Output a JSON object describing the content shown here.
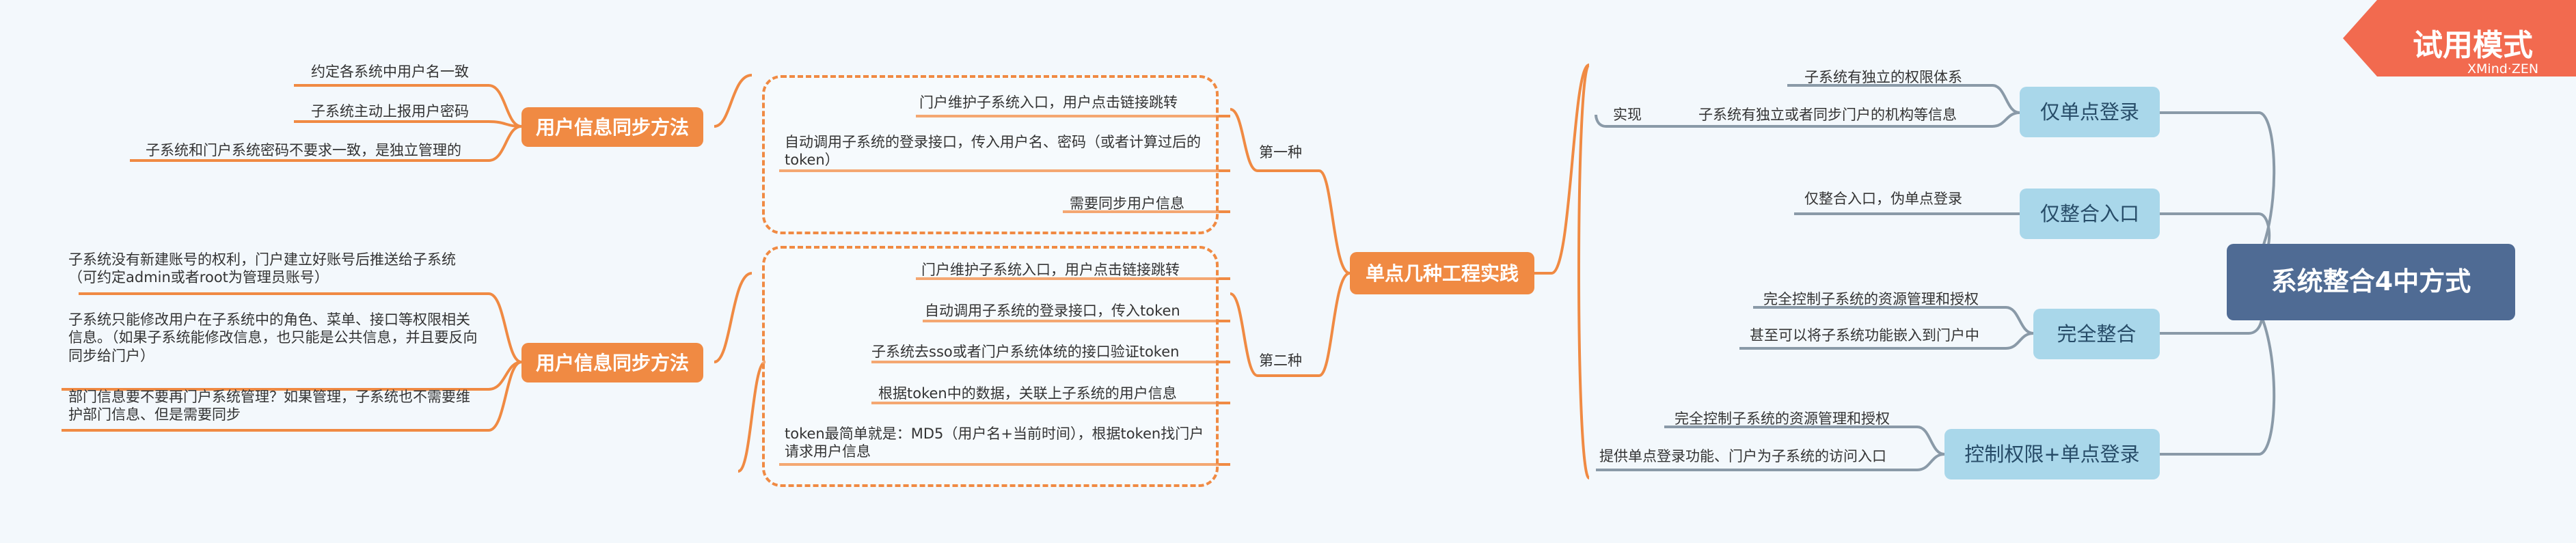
{
  "badge": {
    "title": "试用模式",
    "subtitle": "XMind·ZEN"
  },
  "center": "系统整合4中方式",
  "right_branches": [
    {
      "label": "仅单点登录",
      "children": [
        "子系统有独立的权限体系",
        "子系统有独立或者同步门户的机构等信息"
      ],
      "extra": "实现"
    },
    {
      "label": "仅整合入口",
      "children": [
        "仅整合入口，伪单点登录"
      ]
    },
    {
      "label": "完全整合",
      "children": [
        "完全控制子系统的资源管理和授权",
        "甚至可以将子系统功能嵌入到门户中"
      ]
    },
    {
      "label": "控制权限+单点登录",
      "children": [
        "完全控制子系统的资源管理和授权",
        "提供单点登录功能、门户为子系统的访问入口"
      ]
    }
  ],
  "practice": {
    "label": "单点几种工程实践",
    "first": {
      "label": "第一种",
      "items": [
        "门户维护子系统入口，用户点击链接跳转",
        "自动调用子系统的登录接口，传入用户名、密码（或者计算过后的token）",
        "需要同步用户信息"
      ]
    },
    "second": {
      "label": "第二种",
      "items": [
        "门户维护子系统入口，用户点击链接跳转",
        "自动调用子系统的登录接口，传入token",
        "子系统去sso或者门户系统体统的接口验证token",
        "根据token中的数据，关联上子系统的用户信息",
        "token最简单就是：MD5（用户名+当前时间），根据token找门户请求用户信息"
      ]
    }
  },
  "sync1": {
    "label": "用户信息同步方法",
    "items": [
      "约定各系统中用户名一致",
      "子系统主动上报用户密码",
      "子系统和门户系统密码不要求一致，是独立管理的"
    ]
  },
  "sync2": {
    "label": "用户信息同步方法",
    "items": [
      "子系统没有新建账号的权利，门户建立好账号后推送给子系统（可约定admin或者root为管理员账号）",
      "子系统只能修改用户在子系统中的角色、菜单、接口等权限相关信息。（如果子系统能修改信息，也只能是公共信息，并且要反向同步给门户）",
      "部门信息要不要再门户系统管理？如果管理，子系统也不需要维护部门信息、但是需要同步"
    ]
  },
  "colors": {
    "accent": "#f08a43",
    "center": "#4f6b94",
    "blue": "#a9d7ea",
    "line": "#8a9aa8",
    "badge": "#f26a4f"
  }
}
